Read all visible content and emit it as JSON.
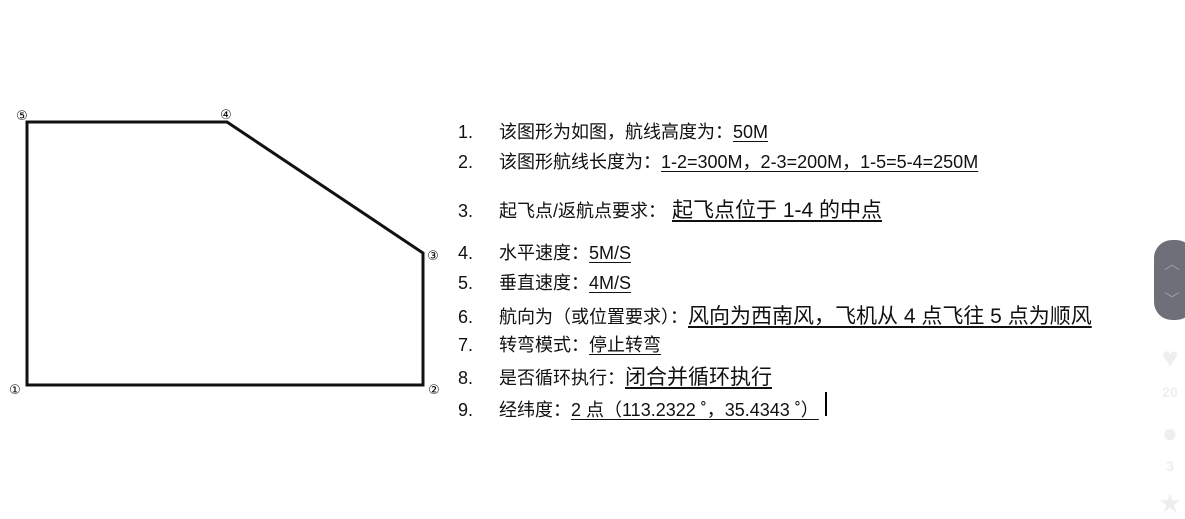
{
  "diagram": {
    "points": [
      "①",
      "②",
      "③",
      "④",
      "⑤"
    ]
  },
  "items": [
    {
      "num": "1.",
      "label": "该图形为如图，航线高度为：",
      "value": "50M"
    },
    {
      "num": "2.",
      "label": "该图形航线长度为：",
      "value": "1-2=300M，2-3=200M，1-5=5-4=250M"
    },
    {
      "num": "3.",
      "label": "起飞点/返航点要求：",
      "value": "起飞点位于 1-4 的中点"
    },
    {
      "num": "4.",
      "label": "水平速度：",
      "value": "5M/S"
    },
    {
      "num": "5.",
      "label": "垂直速度：",
      "value": "4M/S"
    },
    {
      "num": "6.",
      "label": "航向为（或位置要求）：",
      "value": "风向为西南风，飞机从 4 点飞往 5 点为顺风"
    },
    {
      "num": "7.",
      "label": "转弯模式：",
      "value": "停止转弯"
    },
    {
      "num": "8.",
      "label": "是否循环执行：",
      "value": "闭合并循环执行"
    },
    {
      "num": "9.",
      "label": "经纬度：",
      "value": "2 点（113.2322 ˚，35.4343 ˚）"
    }
  ],
  "sidebar": {
    "likes": "20",
    "comments": "3",
    "up_icon": "chevron-up-icon",
    "down_icon": "chevron-down-icon"
  }
}
